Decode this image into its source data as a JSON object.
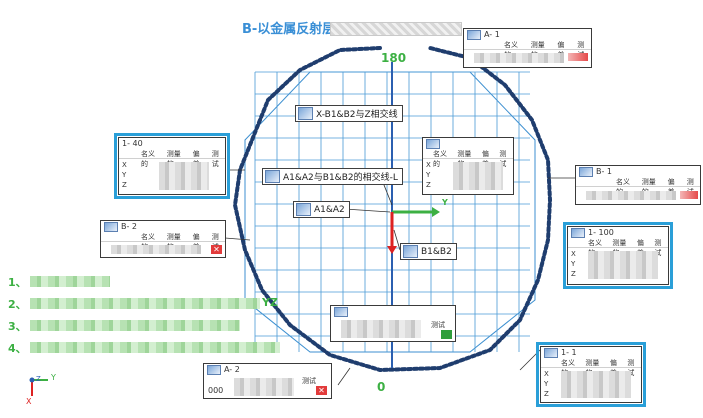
{
  "header": {
    "title": "B-以金属反射层"
  },
  "axis": {
    "top": "180",
    "bottom": "0",
    "y_arrow": "Y"
  },
  "callouts": {
    "xb1b2": "X-B1&B2与Z相交线",
    "a1a2b1b2": "A1&A2与B1&B2的相交线-L",
    "a1a2": "A1&A2",
    "b1b2": "B1&B2"
  },
  "panels": {
    "a1": {
      "title": "A- 1",
      "cols": [
        "名义的",
        "测量的",
        "偏差",
        "测试"
      ]
    },
    "p140": {
      "title": "1- 40",
      "cols": [
        "名义的",
        "测量的",
        "偏差",
        "测试"
      ],
      "rows": [
        "X",
        "Y",
        "Z"
      ]
    },
    "b2": {
      "title": "B- 2",
      "cols": [
        "名义的",
        "测量的",
        "偏差",
        "测试"
      ]
    },
    "mid": {
      "cols": [
        "名义的",
        "测量的",
        "偏差",
        "测试"
      ],
      "rows": [
        "X",
        "Y",
        "Z"
      ]
    },
    "b1": {
      "title": "B- 1",
      "cols": [
        "名义的",
        "测量的",
        "偏差",
        "测试"
      ]
    },
    "p1100": {
      "title": "1- 100",
      "cols": [
        "名义的",
        "测量的",
        "偏差",
        "测试"
      ],
      "rows": [
        "X",
        "Y",
        "Z"
      ]
    },
    "p11": {
      "title": "1- 1",
      "cols": [
        "名义的",
        "测量的",
        "偏差",
        "测试"
      ],
      "rows": [
        "X",
        "Y",
        "Z"
      ]
    },
    "a2": {
      "title": "A- 2",
      "cols": [
        "测试"
      ],
      "value": "000"
    },
    "bottom": {
      "cols": [
        "测试"
      ]
    }
  },
  "legend": {
    "items": [
      "1、",
      "2、",
      "3、",
      "4、"
    ],
    "visible_suffix_2": "YZ"
  },
  "triad": {
    "x": "X",
    "y": "Y",
    "z": "Z"
  },
  "colors": {
    "grid": "#3c8fd0",
    "dots": "#1f3d6e",
    "axis_v": "#2b5fb0",
    "legend": "#3cb043",
    "highlight": "#2a9fd8"
  }
}
